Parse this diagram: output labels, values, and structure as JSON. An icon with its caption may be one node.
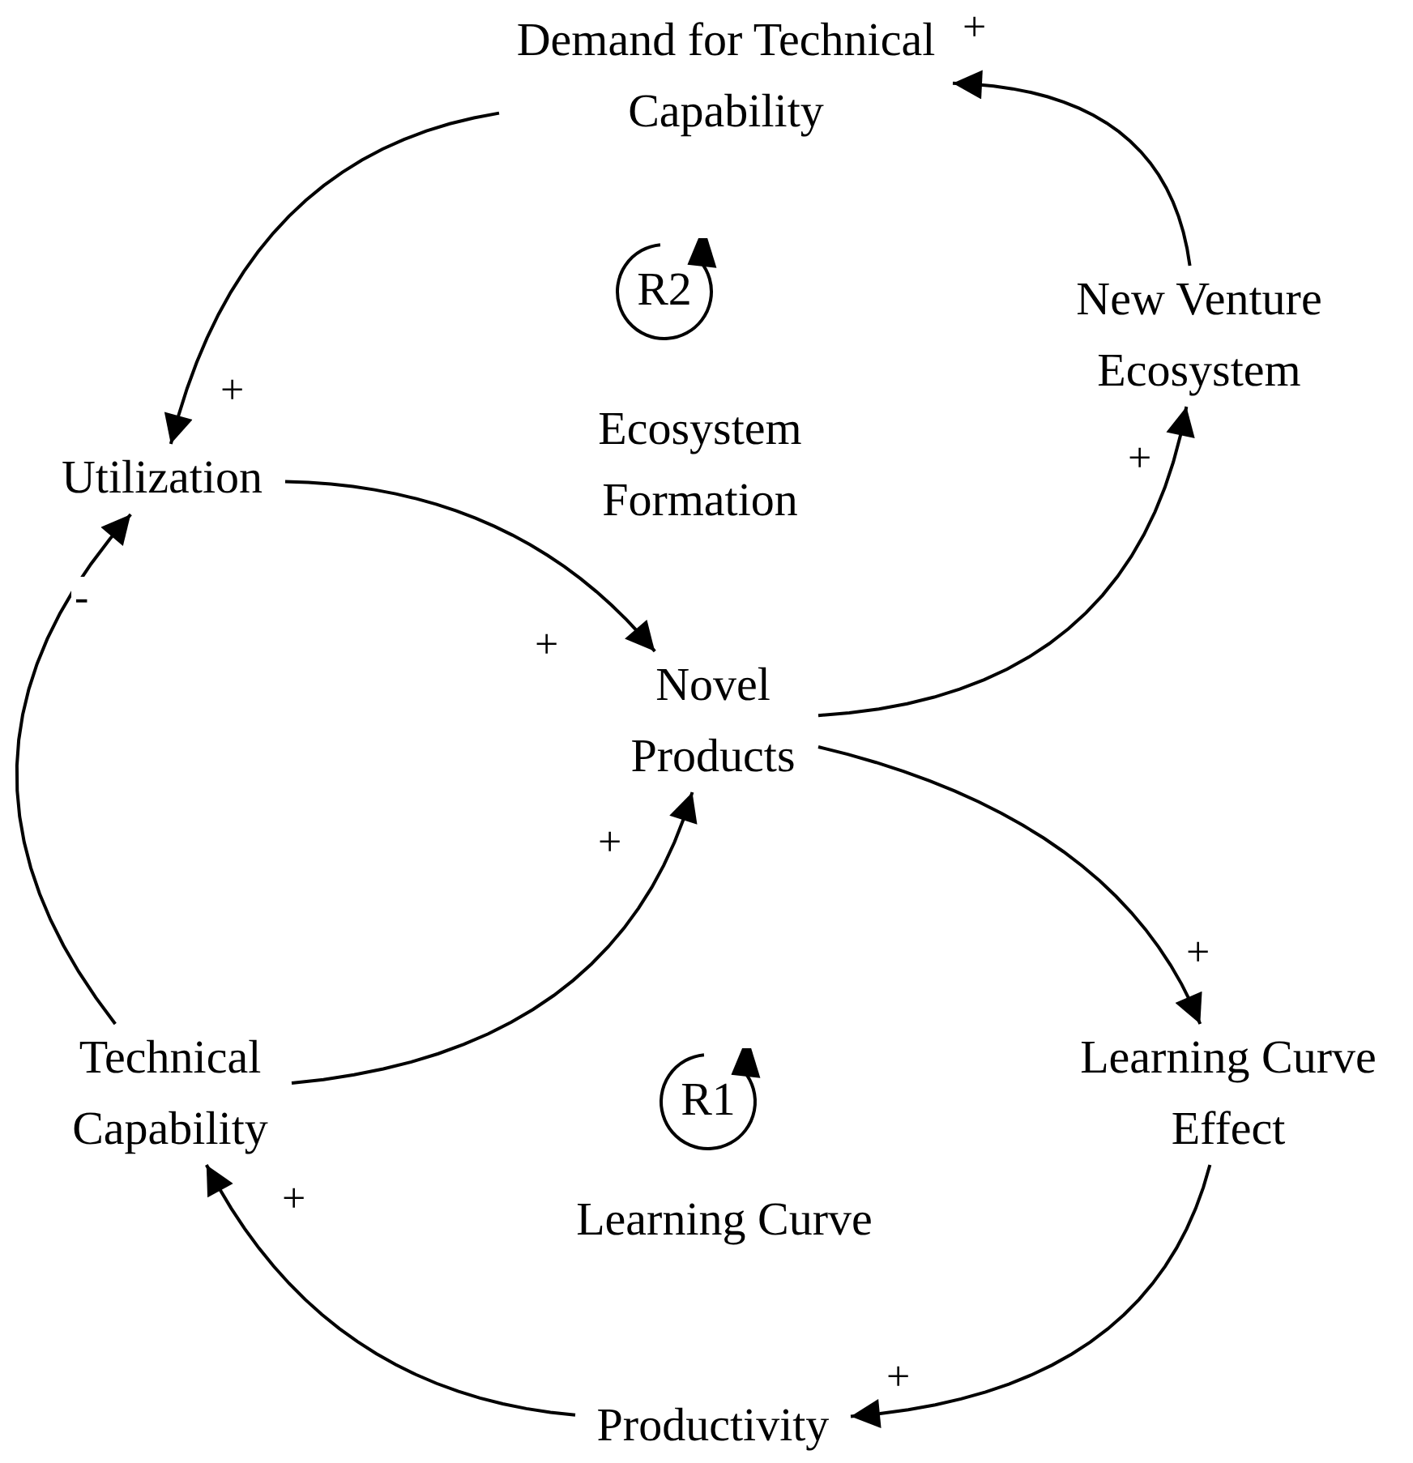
{
  "diagram": {
    "nodes": [
      {
        "text": [
          "Demand for Technical Capability"
        ]
      },
      {
        "text": [
          "New Venture Ecosystem"
        ]
      },
      {
        "text": [
          "Utilization"
        ]
      },
      {
        "text": [
          "Novel Products"
        ]
      },
      {
        "text": [
          "Technical Capability"
        ]
      },
      {
        "text": [
          "Learning Curve Effect"
        ]
      },
      {
        "text": [
          "Productivity"
        ]
      },
      {
        "text": [
          "R2"
        ],
        "beside": [
          "Ecosystem Formation"
        ]
      },
      {
        "text": [
          "R1"
        ],
        "beside": [
          "Learning Curve"
        ]
      }
    ],
    "edges": [
      {
        "from": 0,
        "to": 2,
        "arrow": "to",
        "label": "+"
      },
      {
        "from": 2,
        "to": 3,
        "arrow": "to",
        "label": "+"
      },
      {
        "from": 3,
        "to": 1,
        "arrow": "to",
        "label": "+"
      },
      {
        "from": 1,
        "to": 0,
        "arrow": "to",
        "label": "+"
      },
      {
        "from": 3,
        "to": 5,
        "arrow": "to",
        "label": "+"
      },
      {
        "from": 5,
        "to": 6,
        "arrow": "to",
        "label": "+"
      },
      {
        "from": 6,
        "to": 4,
        "arrow": "to",
        "label": "+"
      },
      {
        "from": 4,
        "to": 3,
        "arrow": "to",
        "label": "+"
      },
      {
        "from": 4,
        "to": 2,
        "arrow": "to",
        "label": "-"
      }
    ]
  }
}
